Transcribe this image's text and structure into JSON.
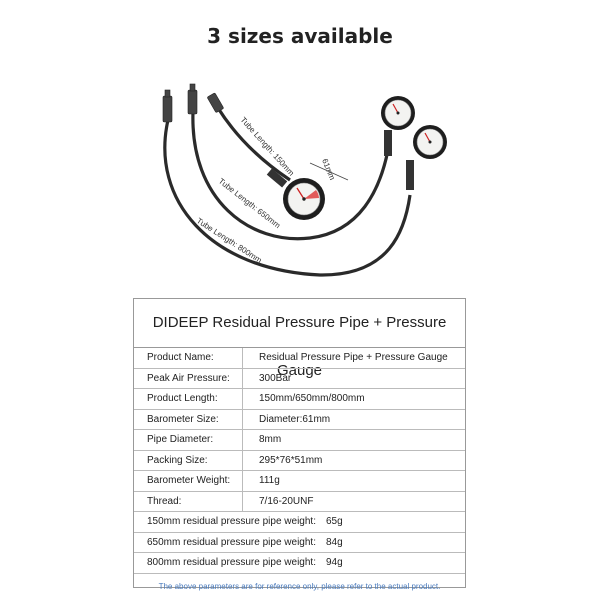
{
  "headline": "3 sizes available",
  "illustration": {
    "tube_labels": [
      "Tube Length: 150mm",
      "Tube Length: 650mm",
      "Tube Length: 800mm"
    ],
    "diameter_label": "61mm"
  },
  "table": {
    "title": "DIDEEP Residual Pressure Pipe + Pressure Gauge",
    "rows": [
      {
        "key": "Product Name:",
        "value": "Residual Pressure Pipe + Pressure Gauge"
      },
      {
        "key": "Peak Air Pressure:",
        "value": "300Bar"
      },
      {
        "key": "Product Length:",
        "value": "150mm/650mm/800mm"
      },
      {
        "key": "Barometer Size:",
        "value": "Diameter:61mm"
      },
      {
        "key": "Pipe Diameter:",
        "value": "8mm"
      },
      {
        "key": "Packing Size:",
        "value": "295*76*51mm"
      },
      {
        "key": "Barometer Weight:",
        "value": "111g"
      },
      {
        "key": "Thread:",
        "value": "7/16-20UNF"
      }
    ],
    "weights": [
      {
        "label": "150mm residual pressure pipe weight:",
        "value": "65g"
      },
      {
        "label": "650mm residual pressure pipe weight:",
        "value": "84g"
      },
      {
        "label": "800mm residual pressure pipe weight:",
        "value": "94g"
      }
    ],
    "note": "The above parameters are for reference only, please refer to the actual product."
  }
}
